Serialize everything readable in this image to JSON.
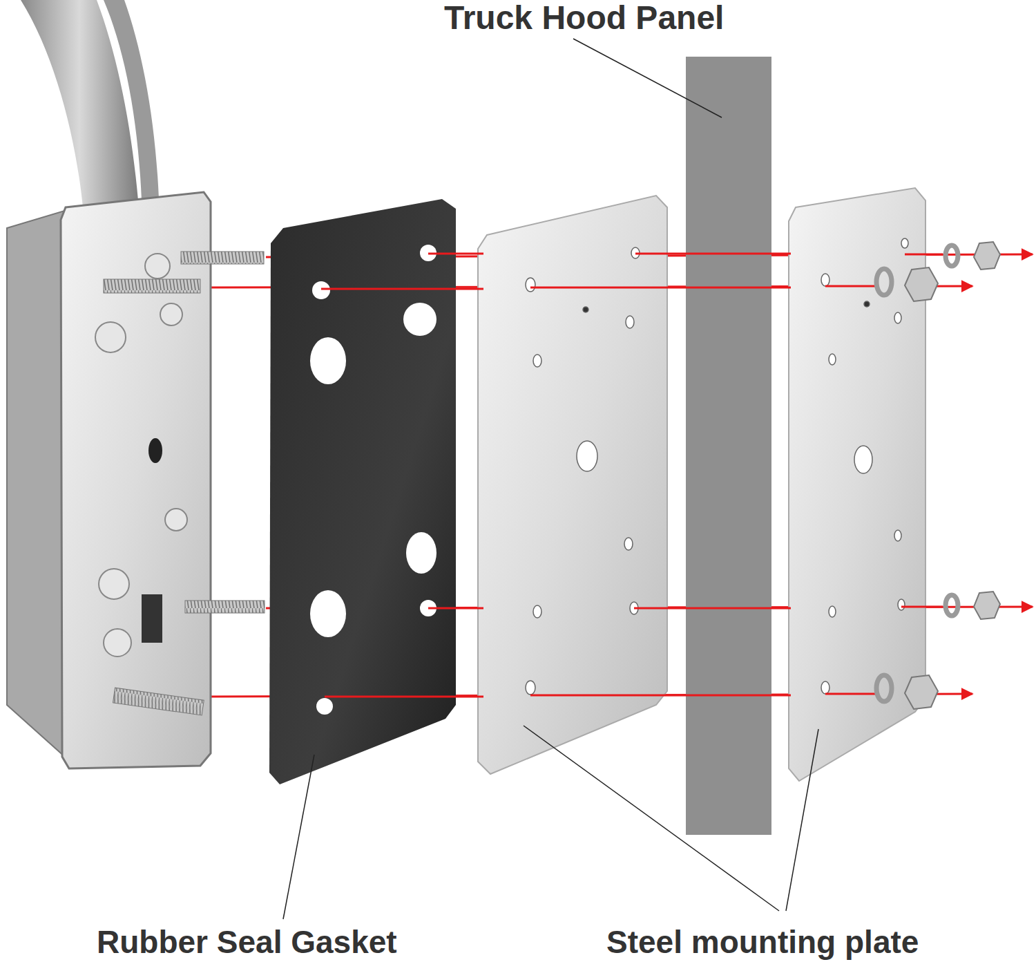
{
  "diagram": {
    "labels": [
      "Truck Hood Panel",
      "Rubber Seal Gasket",
      "Steel mounting plate"
    ]
  }
}
